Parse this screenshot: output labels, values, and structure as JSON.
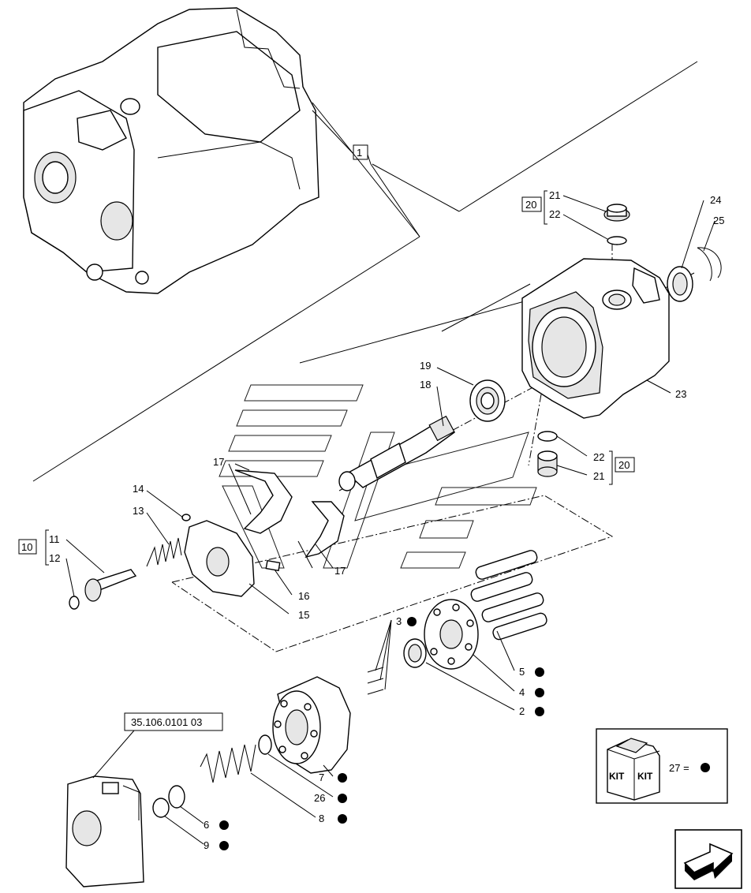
{
  "refs": {
    "p1": "1",
    "p2": "2",
    "p3": "3",
    "p4": "4",
    "p5": "5",
    "p6": "6",
    "p7": "7",
    "p8": "8",
    "p9": "9",
    "p10": "10",
    "p11": "11",
    "p12": "12",
    "p13": "13",
    "p14": "14",
    "p15": "15",
    "p16": "16",
    "p17a": "17",
    "p17b": "17",
    "p18": "18",
    "p19": "19",
    "p20a": "20",
    "p20b": "20",
    "p21a": "21",
    "p21b": "21",
    "p22a": "22",
    "p22b": "22",
    "p23": "23",
    "p24": "24",
    "p25": "25",
    "p26": "26"
  },
  "reference_code": "35.106.0101 03",
  "kit": {
    "label": "KIT",
    "label2": "KIT",
    "legend": "27 ="
  },
  "icons": {
    "next": "next-page-arrow-icon",
    "bullet": "kit-bullet-icon"
  }
}
